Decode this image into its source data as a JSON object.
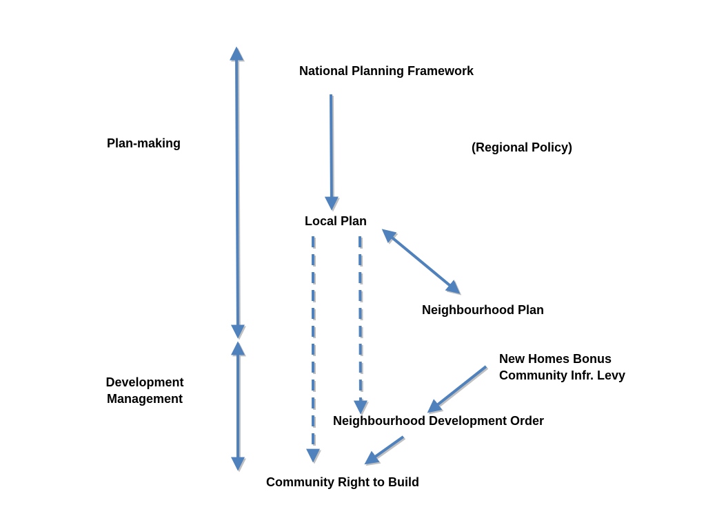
{
  "diagram": {
    "colors": {
      "arrow": "#4f81bd",
      "arrow_shadow": "#a6a6a6",
      "text": "#000000",
      "background": "#ffffff"
    },
    "labels": {
      "national_planning_framework": "National Planning Framework",
      "regional_policy": "(Regional Policy)",
      "plan_making": "Plan-making",
      "local_plan": "Local Plan",
      "neighbourhood_plan": "Neighbourhood Plan",
      "new_homes_bonus": "New Homes Bonus",
      "community_infr_levy": "Community Infr. Levy",
      "development_management_line1": "Development",
      "development_management_line2": "Management",
      "neighbourhood_development_order": "Neighbourhood Development Order",
      "community_right_to_build": "Community Right to Build"
    },
    "arrows": [
      {
        "name": "plan-making-span-arrow",
        "style": "solid",
        "heads": "both"
      },
      {
        "name": "development-management-span-arrow",
        "style": "solid",
        "heads": "both"
      },
      {
        "name": "framework-to-local-plan-arrow",
        "style": "solid",
        "heads": "end"
      },
      {
        "name": "local-plan-neighbourhood-plan-arrow",
        "style": "solid",
        "heads": "both"
      },
      {
        "name": "local-plan-to-community-right-arrow",
        "style": "dashed",
        "heads": "end"
      },
      {
        "name": "local-plan-to-development-order-arrow",
        "style": "dashed",
        "heads": "end"
      },
      {
        "name": "bonus-levy-to-development-order-arrow",
        "style": "solid",
        "heads": "end"
      },
      {
        "name": "development-order-to-community-right-arrow",
        "style": "solid",
        "heads": "end"
      }
    ]
  }
}
